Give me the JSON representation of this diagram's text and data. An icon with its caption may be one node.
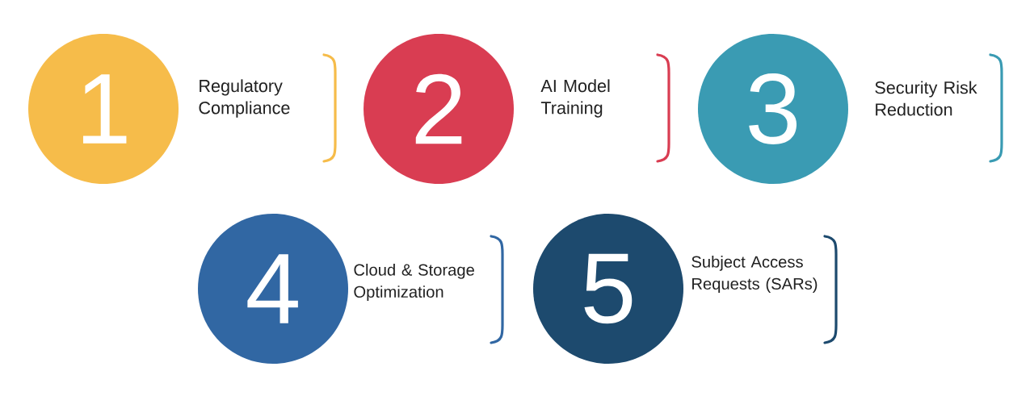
{
  "diagram": {
    "nodes": [
      {
        "text": [
          "1"
        ],
        "beside": [
          "Regulatory Compliance"
        ]
      },
      {
        "text": [
          "2"
        ],
        "beside": [
          "AI Model Training"
        ]
      },
      {
        "text": [
          "3"
        ],
        "beside": [
          "Security Risk Reduction"
        ]
      },
      {
        "text": [
          "4"
        ],
        "beside": [
          "Cloud & Storage Optimization"
        ]
      },
      {
        "text": [
          "5"
        ],
        "beside": [
          "Subject Access Requests (SARs)"
        ]
      }
    ]
  }
}
